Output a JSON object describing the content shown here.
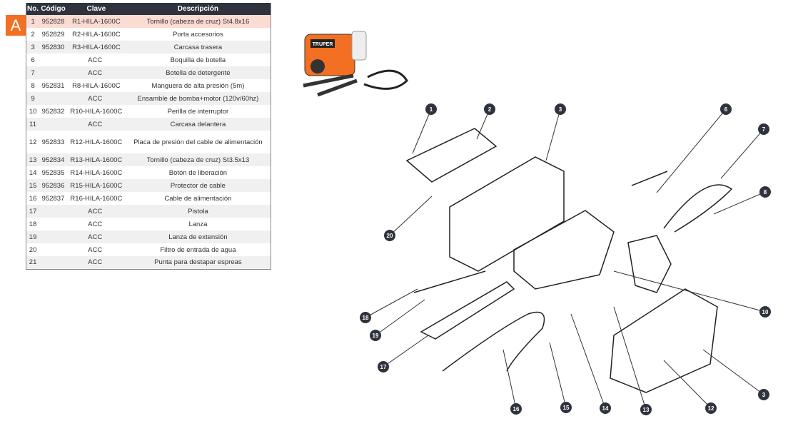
{
  "badge": "A",
  "table": {
    "headers": [
      "No.",
      "Código",
      "Clave",
      "Descripción"
    ],
    "rows": [
      {
        "no": "1",
        "codigo": "952828",
        "clave": "R1-HILA-1600C",
        "desc": "Tornillo (cabeza de cruz) St4.8x16"
      },
      {
        "no": "2",
        "codigo": "952829",
        "clave": "R2-HILA-1600C",
        "desc": "Porta accesorios"
      },
      {
        "no": "3",
        "codigo": "952830",
        "clave": "R3-HILA-1600C",
        "desc": "Carcasa trasera"
      },
      {
        "no": "6",
        "acc": "ACC",
        "desc": "Boquilla de botella"
      },
      {
        "no": "7",
        "acc": "ACC",
        "desc": "Botella de detergente"
      },
      {
        "no": "8",
        "codigo": "952831",
        "clave": "R8-HILA-1600C",
        "desc": "Manguera de alta presión (5m)"
      },
      {
        "no": "9",
        "acc": "ACC",
        "desc": "Ensamble de bomba+motor (120v/60hz)"
      },
      {
        "no": "10",
        "codigo": "952832",
        "clave": "R10-HILA-1600C",
        "desc": "Perilla de interruptor"
      },
      {
        "no": "11",
        "acc": "ACC",
        "desc": "Carcasa delantera"
      },
      {
        "no": "12",
        "codigo": "952833",
        "clave": "R12-HILA-1600C",
        "desc": "Placa de presión del cable de alimentación"
      },
      {
        "no": "13",
        "codigo": "952834",
        "clave": "R13-HILA-1600C",
        "desc": "Tornillo (cabeza de cruz) St3.5x13"
      },
      {
        "no": "14",
        "codigo": "952835",
        "clave": "R14-HILA-1600C",
        "desc": "Botón de liberación"
      },
      {
        "no": "15",
        "codigo": "952836",
        "clave": "R15-HILA-1600C",
        "desc": "Protector de cable"
      },
      {
        "no": "16",
        "codigo": "952837",
        "clave": "R16-HILA-1600C",
        "desc": "Cable de alimentación"
      },
      {
        "no": "17",
        "acc": "ACC",
        "desc": "Pistola"
      },
      {
        "no": "18",
        "acc": "ACC",
        "desc": "Lanza"
      },
      {
        "no": "19",
        "acc": "ACC",
        "desc": "Lanza de extensión"
      },
      {
        "no": "20",
        "acc": "ACC",
        "desc": "Filtro de entrada de agua"
      },
      {
        "no": "21",
        "acc": "ACC",
        "desc": "Punta para destapar espreas"
      }
    ]
  },
  "photo_label": "TRUPER",
  "callouts": [
    {
      "n": "1",
      "p": [
        604,
        153
      ],
      "t": [
        578,
        215
      ]
    },
    {
      "n": "2",
      "p": [
        686,
        153
      ],
      "t": [
        668,
        195
      ]
    },
    {
      "n": "3",
      "p": [
        785,
        153
      ],
      "t": [
        765,
        225
      ]
    },
    {
      "n": "6",
      "p": [
        1017,
        153
      ],
      "t": [
        920,
        270
      ]
    },
    {
      "n": "7",
      "p": [
        1070,
        181
      ],
      "t": [
        1010,
        250
      ]
    },
    {
      "n": "8",
      "p": [
        1072,
        269
      ],
      "t": [
        1000,
        300
      ]
    },
    {
      "n": "20",
      "p": [
        546,
        330
      ],
      "t": [
        605,
        275
      ]
    },
    {
      "n": "10",
      "p": [
        1072,
        437
      ],
      "t": [
        860,
        380
      ]
    },
    {
      "n": "18",
      "p": [
        512,
        445
      ],
      "t": [
        585,
        405
      ]
    },
    {
      "n": "19",
      "p": [
        526,
        470
      ],
      "t": [
        595,
        420
      ]
    },
    {
      "n": "17",
      "p": [
        537,
        514
      ],
      "t": [
        600,
        470
      ]
    },
    {
      "n": "3",
      "p": [
        1070,
        553
      ],
      "t": [
        985,
        490
      ]
    },
    {
      "n": "12",
      "p": [
        996,
        572
      ],
      "t": [
        930,
        505
      ]
    },
    {
      "n": "13",
      "p": [
        905,
        574
      ],
      "t": [
        860,
        430
      ]
    },
    {
      "n": "14",
      "p": [
        848,
        572
      ],
      "t": [
        800,
        440
      ]
    },
    {
      "n": "15",
      "p": [
        793,
        571
      ],
      "t": [
        770,
        480
      ]
    },
    {
      "n": "16",
      "p": [
        723,
        573
      ],
      "t": [
        705,
        490
      ]
    }
  ]
}
